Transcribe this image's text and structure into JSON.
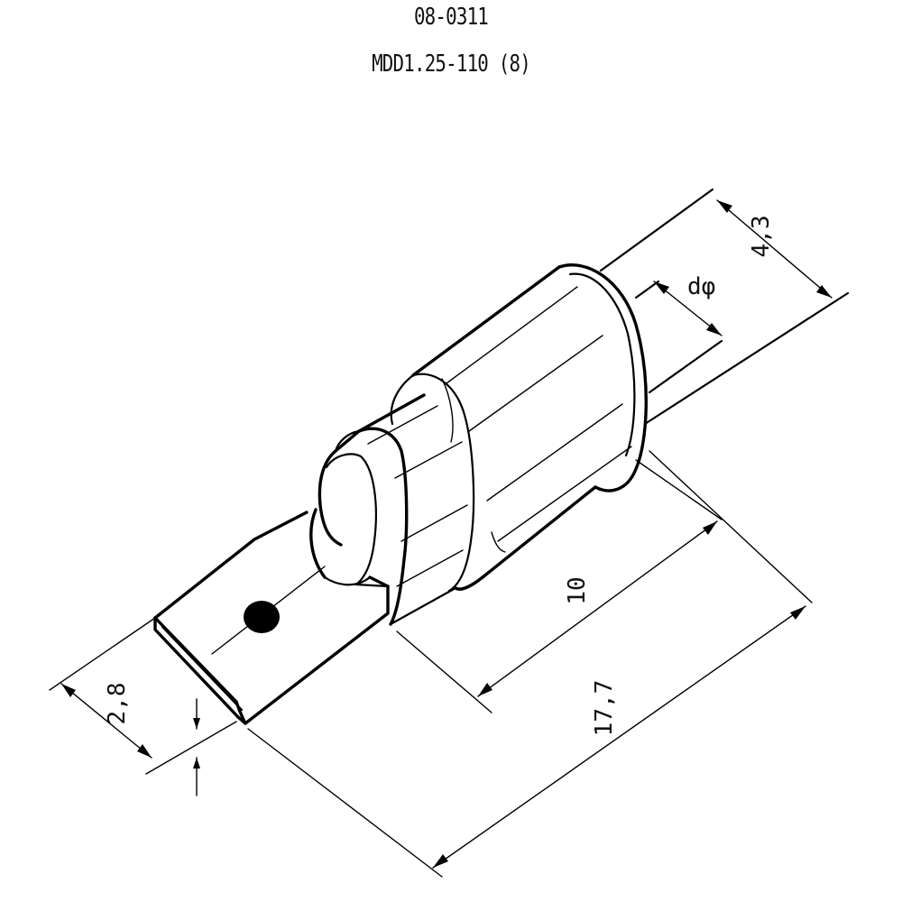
{
  "header": {
    "code": "08-0311",
    "model": "MDD1.25-110 (8)"
  },
  "dimensions": {
    "sleeve_diameter": "4,3",
    "wire_diameter": "dφ",
    "sleeve_length": "10",
    "total_length": "17,7",
    "tab_width": "2,8"
  }
}
